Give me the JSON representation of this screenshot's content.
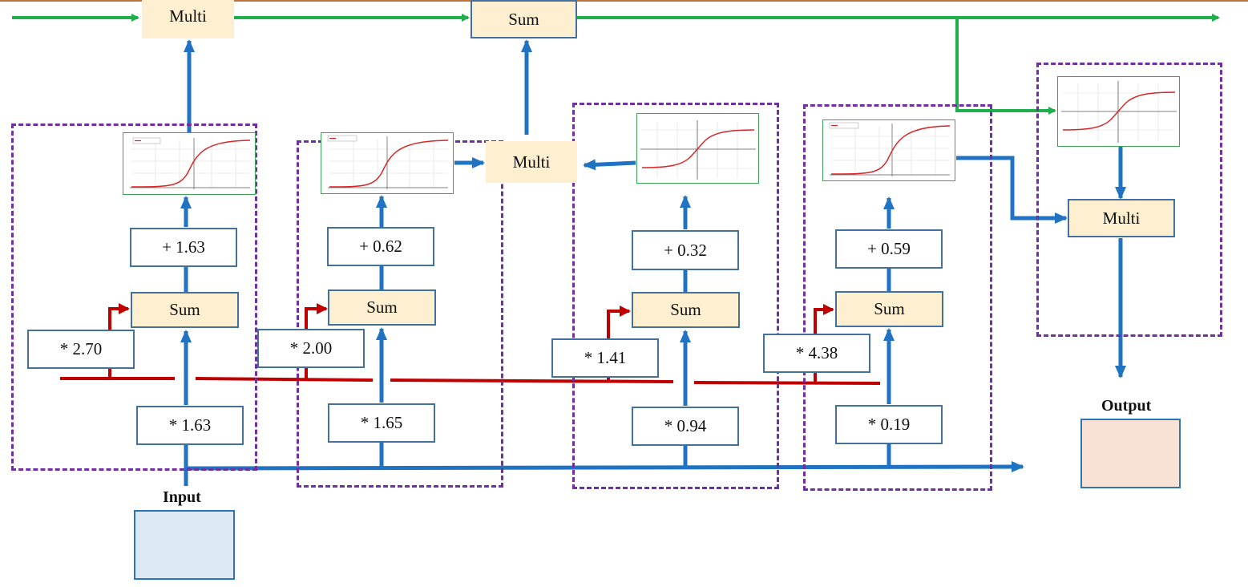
{
  "colors": {
    "stm_line": "#1faf4b",
    "input_line": "#1f73c2",
    "stm_short_line": "#c00000",
    "cell_border": "#7030a0",
    "op_fill": "#fdefcf",
    "input_fill": "#dde8f5",
    "output_fill": "#f8e2d6"
  },
  "labels": {
    "multi": "Multi",
    "sum": "Sum",
    "input": "Input",
    "output": "Output"
  },
  "gates": [
    {
      "input_weight": "* 1.63",
      "short_weight": "* 2.70",
      "bias": "+ 1.63",
      "activation": "sigmoid-plot-icon"
    },
    {
      "input_weight": "* 1.65",
      "short_weight": "* 2.00",
      "bias": "+ 0.62",
      "activation": "sigmoid-plot-icon"
    },
    {
      "input_weight": "* 0.94",
      "short_weight": "* 1.41",
      "bias": "+ 0.32",
      "activation": "tanh-plot-icon"
    },
    {
      "input_weight": "* 0.19",
      "short_weight": "* 4.38",
      "bias": "+ 0.59",
      "activation": "sigmoid-plot-icon"
    }
  ],
  "output_activation": "tanh-plot-icon"
}
